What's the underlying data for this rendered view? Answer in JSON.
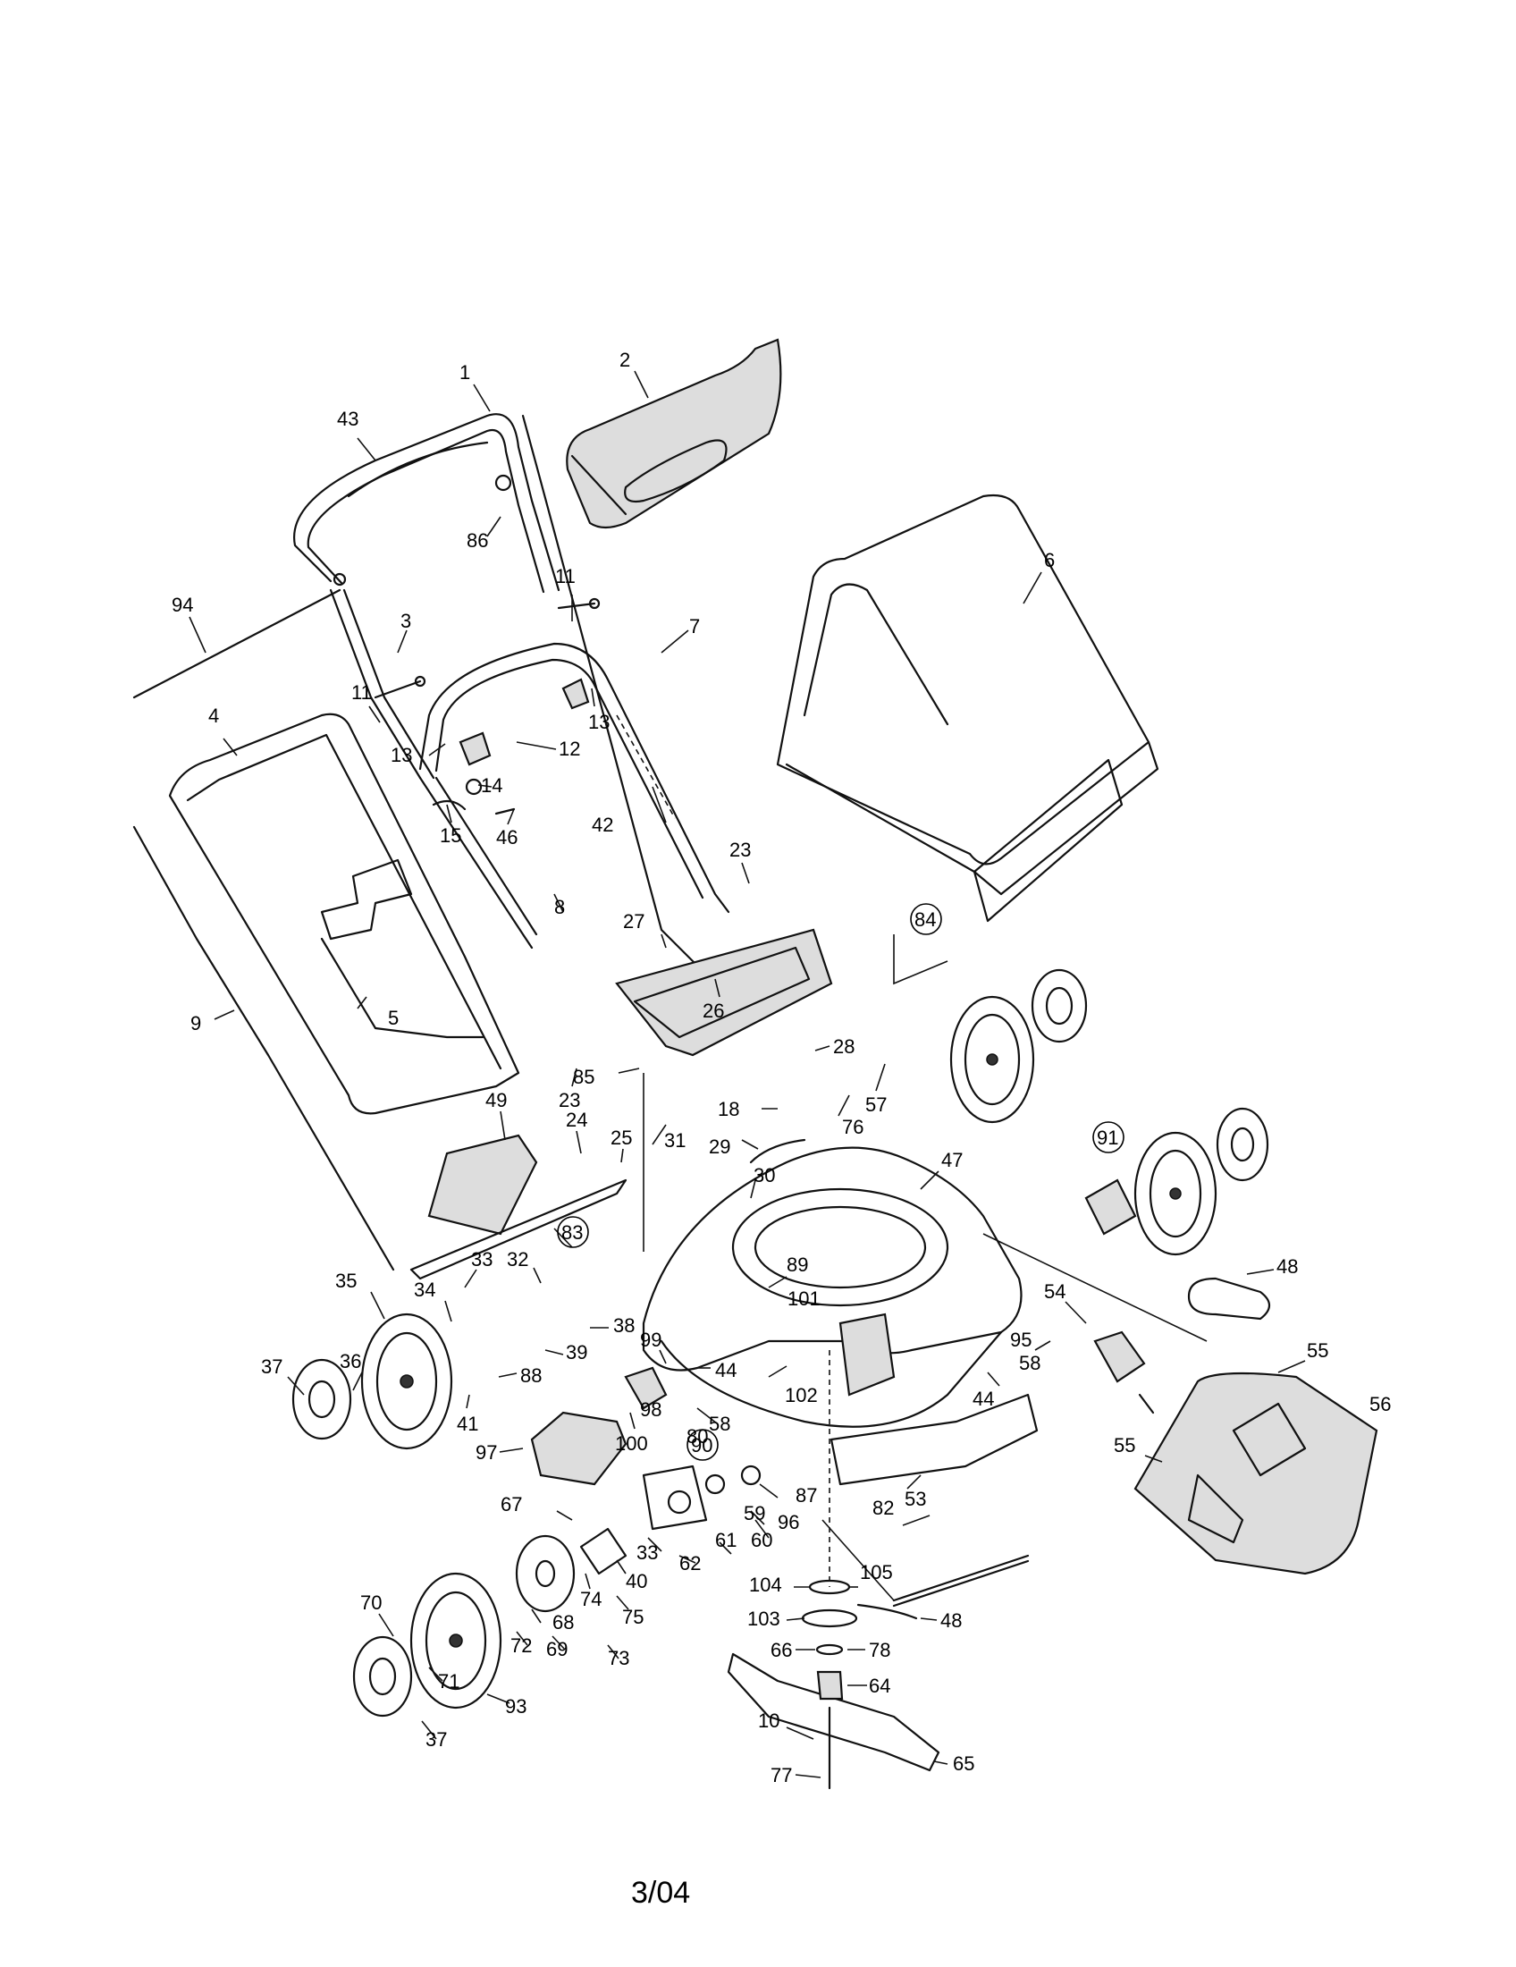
{
  "diagram": {
    "date_code": "3/04",
    "labels": [
      {
        "id": "1",
        "text": "1",
        "circled": false
      },
      {
        "id": "2",
        "text": "2",
        "circled": false
      },
      {
        "id": "43",
        "text": "43",
        "circled": false
      },
      {
        "id": "86",
        "text": "86",
        "circled": false
      },
      {
        "id": "6",
        "text": "6",
        "circled": false
      },
      {
        "id": "11a",
        "text": "11",
        "circled": false
      },
      {
        "id": "7",
        "text": "7",
        "circled": false
      },
      {
        "id": "94",
        "text": "94",
        "circled": false
      },
      {
        "id": "3",
        "text": "3",
        "circled": false
      },
      {
        "id": "11b",
        "text": "11",
        "circled": false
      },
      {
        "id": "13a",
        "text": "13",
        "circled": false
      },
      {
        "id": "4",
        "text": "4",
        "circled": false
      },
      {
        "id": "13b",
        "text": "13",
        "circled": false
      },
      {
        "id": "12",
        "text": "12",
        "circled": false
      },
      {
        "id": "14",
        "text": "14",
        "circled": false
      },
      {
        "id": "42",
        "text": "42",
        "circled": false
      },
      {
        "id": "15",
        "text": "15",
        "circled": false
      },
      {
        "id": "46",
        "text": "46",
        "circled": false
      },
      {
        "id": "23a",
        "text": "23",
        "circled": false
      },
      {
        "id": "8",
        "text": "8",
        "circled": false
      },
      {
        "id": "27",
        "text": "27",
        "circled": false
      },
      {
        "id": "84",
        "text": "84",
        "circled": true
      },
      {
        "id": "26",
        "text": "26",
        "circled": false
      },
      {
        "id": "28",
        "text": "28",
        "circled": false
      },
      {
        "id": "57",
        "text": "57",
        "circled": false
      },
      {
        "id": "5",
        "text": "5",
        "circled": false
      },
      {
        "id": "9",
        "text": "9",
        "circled": false
      },
      {
        "id": "23b",
        "text": "23",
        "circled": false
      },
      {
        "id": "85",
        "text": "85",
        "circled": false
      },
      {
        "id": "18",
        "text": "18",
        "circled": false
      },
      {
        "id": "76",
        "text": "76",
        "circled": false
      },
      {
        "id": "49",
        "text": "49",
        "circled": false
      },
      {
        "id": "24",
        "text": "24",
        "circled": false
      },
      {
        "id": "25",
        "text": "25",
        "circled": false
      },
      {
        "id": "31",
        "text": "31",
        "circled": false
      },
      {
        "id": "29",
        "text": "29",
        "circled": false
      },
      {
        "id": "91",
        "text": "91",
        "circled": true
      },
      {
        "id": "47",
        "text": "47",
        "circled": false
      },
      {
        "id": "30",
        "text": "30",
        "circled": false
      },
      {
        "id": "83",
        "text": "83",
        "circled": true
      },
      {
        "id": "89",
        "text": "89",
        "circled": false
      },
      {
        "id": "48a",
        "text": "48",
        "circled": false
      },
      {
        "id": "33a",
        "text": "33",
        "circled": false
      },
      {
        "id": "32",
        "text": "32",
        "circled": false
      },
      {
        "id": "35",
        "text": "35",
        "circled": false
      },
      {
        "id": "34",
        "text": "34",
        "circled": false
      },
      {
        "id": "101",
        "text": "101",
        "circled": false
      },
      {
        "id": "54",
        "text": "54",
        "circled": false
      },
      {
        "id": "38",
        "text": "38",
        "circled": false
      },
      {
        "id": "39",
        "text": "39",
        "circled": false
      },
      {
        "id": "99",
        "text": "99",
        "circled": false
      },
      {
        "id": "95",
        "text": "95",
        "circled": false
      },
      {
        "id": "37a",
        "text": "37",
        "circled": false
      },
      {
        "id": "36",
        "text": "36",
        "circled": false
      },
      {
        "id": "88",
        "text": "88",
        "circled": false
      },
      {
        "id": "44a",
        "text": "44",
        "circled": false
      },
      {
        "id": "58a",
        "text": "58",
        "circled": false
      },
      {
        "id": "55a",
        "text": "55",
        "circled": false
      },
      {
        "id": "41",
        "text": "41",
        "circled": false
      },
      {
        "id": "98",
        "text": "98",
        "circled": false
      },
      {
        "id": "80",
        "text": "80",
        "circled": false
      },
      {
        "id": "102",
        "text": "102",
        "circled": false
      },
      {
        "id": "58b",
        "text": "58",
        "circled": false
      },
      {
        "id": "44b",
        "text": "44",
        "circled": false
      },
      {
        "id": "56",
        "text": "56",
        "circled": false
      },
      {
        "id": "100",
        "text": "100",
        "circled": false
      },
      {
        "id": "97",
        "text": "97",
        "circled": false
      },
      {
        "id": "90",
        "text": "90",
        "circled": true
      },
      {
        "id": "55b",
        "text": "55",
        "circled": false
      },
      {
        "id": "53",
        "text": "53",
        "circled": false
      },
      {
        "id": "87",
        "text": "87",
        "circled": false
      },
      {
        "id": "59",
        "text": "59",
        "circled": false
      },
      {
        "id": "96",
        "text": "96",
        "circled": false
      },
      {
        "id": "67",
        "text": "67",
        "circled": false
      },
      {
        "id": "60",
        "text": "60",
        "circled": false
      },
      {
        "id": "82",
        "text": "82",
        "circled": false
      },
      {
        "id": "33b",
        "text": "33",
        "circled": false
      },
      {
        "id": "61",
        "text": "61",
        "circled": false
      },
      {
        "id": "62",
        "text": "62",
        "circled": false
      },
      {
        "id": "40",
        "text": "40",
        "circled": false
      },
      {
        "id": "104",
        "text": "104",
        "circled": false
      },
      {
        "id": "105",
        "text": "105",
        "circled": false
      },
      {
        "id": "74",
        "text": "74",
        "circled": false
      },
      {
        "id": "75",
        "text": "75",
        "circled": false
      },
      {
        "id": "70",
        "text": "70",
        "circled": false
      },
      {
        "id": "68",
        "text": "68",
        "circled": false
      },
      {
        "id": "103",
        "text": "103",
        "circled": false
      },
      {
        "id": "48b",
        "text": "48",
        "circled": false
      },
      {
        "id": "72",
        "text": "72",
        "circled": false
      },
      {
        "id": "69",
        "text": "69",
        "circled": false
      },
      {
        "id": "73",
        "text": "73",
        "circled": false
      },
      {
        "id": "66",
        "text": "66",
        "circled": false
      },
      {
        "id": "78",
        "text": "78",
        "circled": false
      },
      {
        "id": "71",
        "text": "71",
        "circled": false
      },
      {
        "id": "93",
        "text": "93",
        "circled": false
      },
      {
        "id": "64",
        "text": "64",
        "circled": false
      },
      {
        "id": "37b",
        "text": "37",
        "circled": false
      },
      {
        "id": "10",
        "text": "10",
        "circled": false
      },
      {
        "id": "77",
        "text": "77",
        "circled": false
      },
      {
        "id": "65",
        "text": "65",
        "circled": false
      }
    ]
  }
}
